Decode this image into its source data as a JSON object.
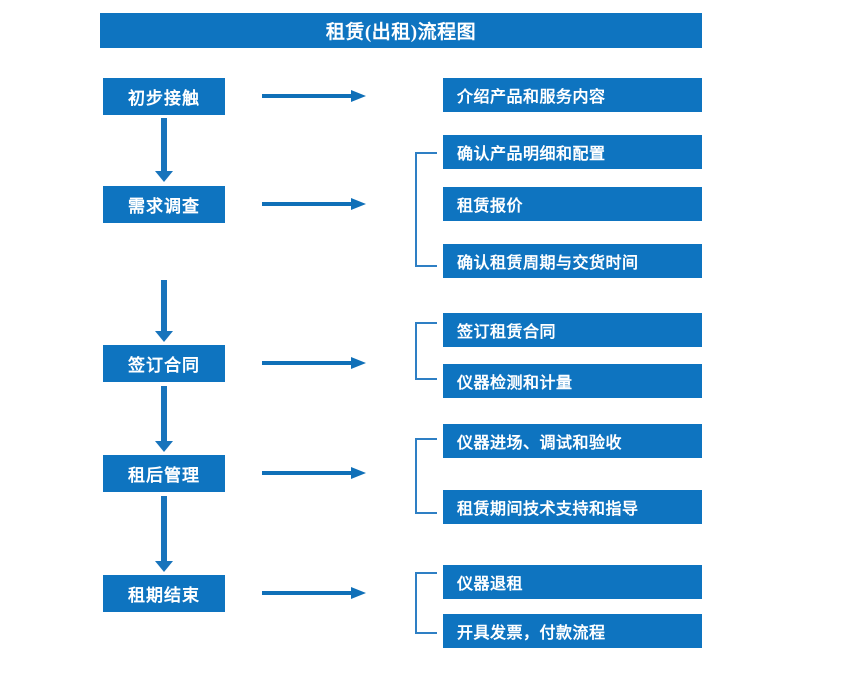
{
  "title": "租赁(出租)流程图",
  "colors": {
    "box_blue": "#0E74C0",
    "arrow_blue": "#1874BC",
    "bracket_blue": "#2E7FC4",
    "text_white": "#FFFFFF",
    "background": "#FFFFFF"
  },
  "stages": [
    {
      "label": "初步接触"
    },
    {
      "label": "需求调查"
    },
    {
      "label": "签订合同"
    },
    {
      "label": "租后管理"
    },
    {
      "label": "租期结束"
    }
  ],
  "details": [
    {
      "label": "介绍产品和服务内容"
    },
    {
      "label": "确认产品明细和配置"
    },
    {
      "label": "租赁报价"
    },
    {
      "label": "确认租赁周期与交货时间"
    },
    {
      "label": "签订租赁合同"
    },
    {
      "label": "仪器检测和计量"
    },
    {
      "label": "仪器进场、调试和验收"
    },
    {
      "label": "租赁期间技术支持和指导"
    },
    {
      "label": "仪器退租"
    },
    {
      "label": "开具发票，付款流程"
    }
  ],
  "flow": {
    "stage_to_detail_arrows": 5,
    "stage_chain_arrows": 4,
    "bracket_groups": [
      {
        "details": [
          "确认产品明细和配置",
          "租赁报价",
          "确认租赁周期与交货时间"
        ]
      },
      {
        "details": [
          "签订租赁合同",
          "仪器检测和计量"
        ]
      },
      {
        "details": [
          "仪器进场、调试和验收",
          "租赁期间技术支持和指导"
        ]
      },
      {
        "details": [
          "仪器退租",
          "开具发票，付款流程"
        ]
      }
    ]
  }
}
